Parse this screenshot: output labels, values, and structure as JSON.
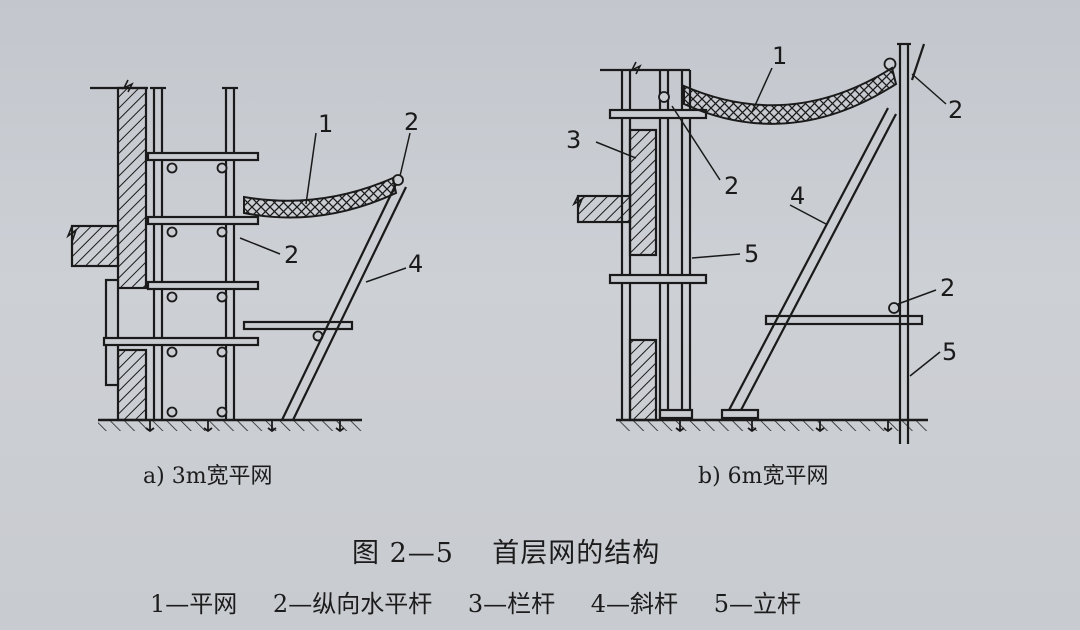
{
  "diagram_a": {
    "caption": "a) 3m宽平网",
    "labels": [
      "1",
      "2",
      "2",
      "4"
    ]
  },
  "diagram_b": {
    "caption": "b) 6m宽平网",
    "labels": [
      "1",
      "2",
      "3",
      "2",
      "4",
      "5",
      "2",
      "5"
    ]
  },
  "figure": {
    "number": "图 2—5",
    "title": "首层网的结构"
  },
  "legend": [
    "1—平网",
    "2—纵向水平杆",
    "3—栏杆",
    "4—斜杆",
    "5—立杆"
  ]
}
